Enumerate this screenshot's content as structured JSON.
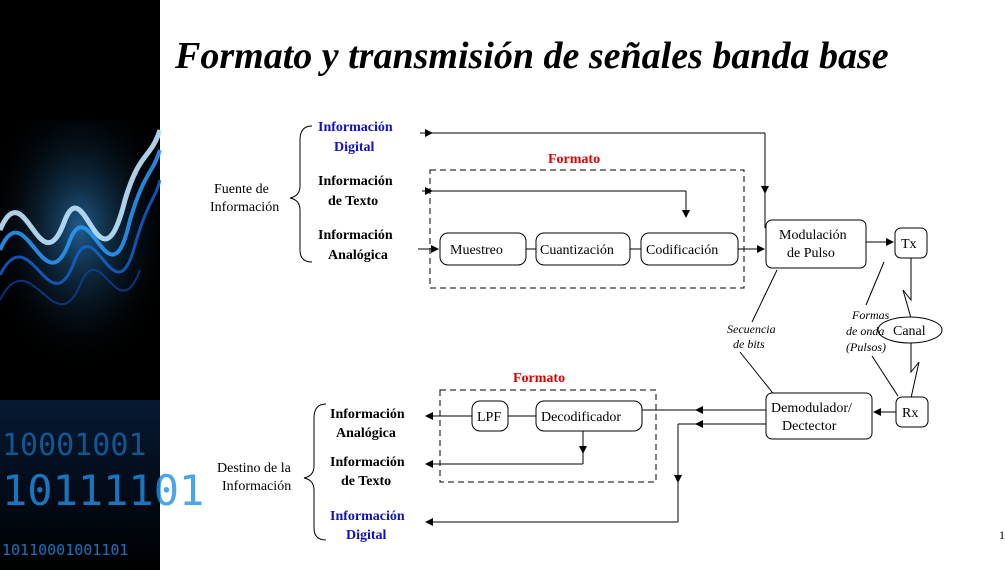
{
  "slide": {
    "title": "Formato y transmisión de señales  banda base",
    "page_number": "1"
  },
  "sidebar": {
    "binary_top": "10001001",
    "binary_mid": "10111101",
    "binary_bottom": "10110001001101"
  },
  "diagram": {
    "source": {
      "label_line1": "Fuente de",
      "label_line2": "Información",
      "digital_line1": "Información",
      "digital_line2": "Digital",
      "text_line1": "Información",
      "text_line2": "de Texto",
      "analog_line1": "Información",
      "analog_line2": "Analógica"
    },
    "tx_format": {
      "title": "Formato",
      "sampling": "Muestreo",
      "quantization": "Cuantización",
      "coding": "Codificación"
    },
    "pulse_mod": {
      "line1": "Modulación",
      "line2": "de Pulso"
    },
    "tx": "Tx",
    "rx": "Rx",
    "channel": "Canal",
    "bits_note": {
      "line1": "Secuencia",
      "line2": "de bits"
    },
    "waveform_note": {
      "line1": "Formas",
      "line2": "de onda",
      "line3": "(Pulsos)"
    },
    "demod": {
      "line1": "Demodulador/",
      "line2": "Dectector"
    },
    "rx_format": {
      "title": "Formato",
      "lpf": "LPF",
      "decoder": "Decodificador"
    },
    "destination": {
      "label_line1": "Destino de la",
      "label_line2": "Información",
      "analog_line1": "Información",
      "analog_line2": "Analógica",
      "text_line1": "Información",
      "text_line2": "de Texto",
      "digital_line1": "Información",
      "digital_line2": "Digital"
    }
  }
}
